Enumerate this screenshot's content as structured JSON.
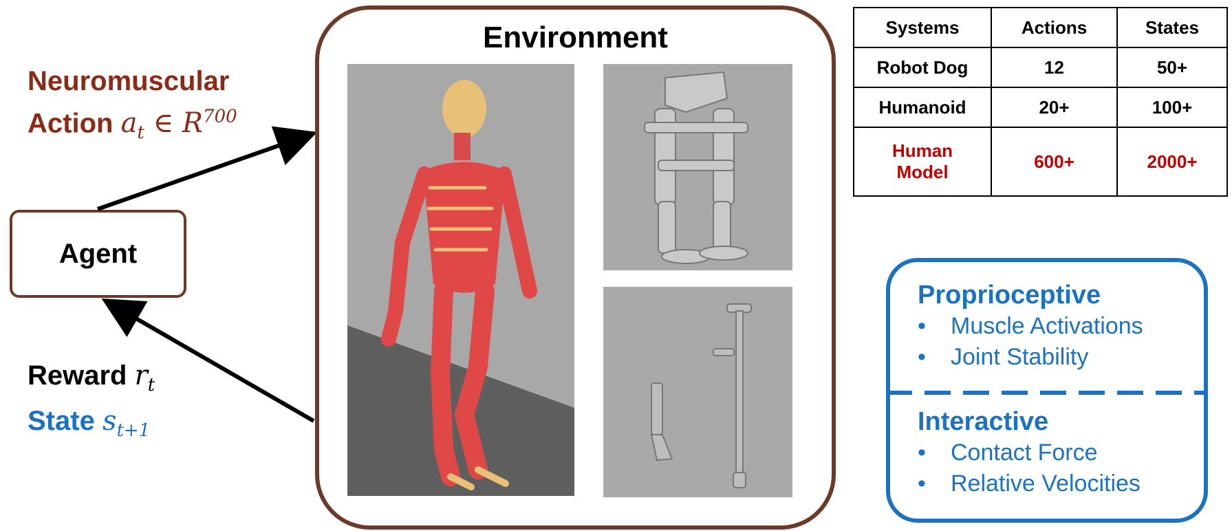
{
  "agent": {
    "label": "Agent"
  },
  "action": {
    "line1": "Neuromuscular",
    "line2_word": "Action",
    "line2_math": "a",
    "line2_sub": "t",
    "line2_rel": "∈ R",
    "line2_sup": "700"
  },
  "feedback": {
    "reward_word": "Reward",
    "reward_math": "r",
    "reward_sub": "t",
    "state_word": "State",
    "state_math": "s",
    "state_sub": "t+1"
  },
  "environment": {
    "title": "Environment"
  },
  "table": {
    "headers": [
      "Systems",
      "Actions",
      "States"
    ],
    "rows": [
      {
        "system": "Robot Dog",
        "actions": "12",
        "states": "50+"
      },
      {
        "system": "Humanoid",
        "actions": "20+",
        "states": "100+"
      },
      {
        "system_line1": "Human",
        "system_line2": "Model",
        "actions": "600+",
        "states": "2000+"
      }
    ]
  },
  "observations": {
    "group1": {
      "title": "Proprioceptive",
      "items": [
        "Muscle Activations",
        "Joint Stability"
      ]
    },
    "group2": {
      "title": "Interactive",
      "items": [
        "Contact Force",
        "Relative Velocities"
      ]
    }
  },
  "colors": {
    "brown": "#8b2a17",
    "blue": "#1a72c0",
    "box_border": "#6b3a28",
    "red": "#c00000"
  }
}
